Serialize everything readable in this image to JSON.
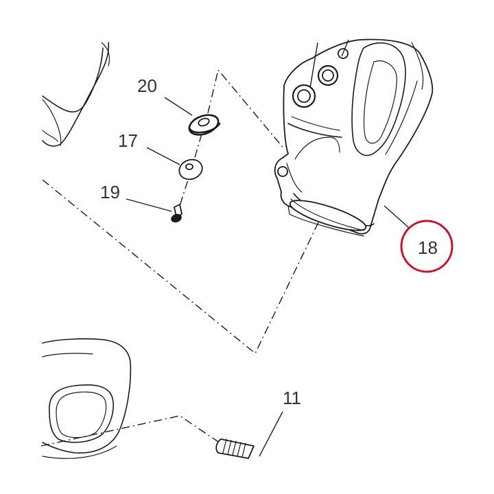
{
  "callouts": {
    "c20": "20",
    "c17": "17",
    "c19": "19",
    "c18": "18",
    "c11": "11"
  },
  "highlight": {
    "target": "18",
    "color": "#c8102e"
  }
}
